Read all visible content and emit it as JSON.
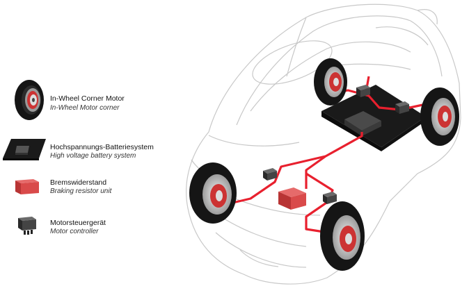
{
  "legend": {
    "items": [
      {
        "title": "In-Wheel Corner Motor",
        "subtitle": "In-Wheel Motor corner",
        "icon": "in-wheel-motor-icon"
      },
      {
        "title": "Hochspannungs-Batteriesystem",
        "subtitle": "High voltage battery system",
        "icon": "battery-pack-icon"
      },
      {
        "title": "Bremswiderstand",
        "subtitle": "Braking resistor unit",
        "icon": "braking-resistor-icon"
      },
      {
        "title": "Motorsteuergerät",
        "subtitle": "Motor controller",
        "icon": "motor-controller-icon"
      }
    ]
  },
  "colors": {
    "cable": "#e8202e",
    "resistor": "#d94a4a",
    "battery": "#1a1a1a",
    "tire": "#151515",
    "car_outline": "#c8c8c8"
  }
}
